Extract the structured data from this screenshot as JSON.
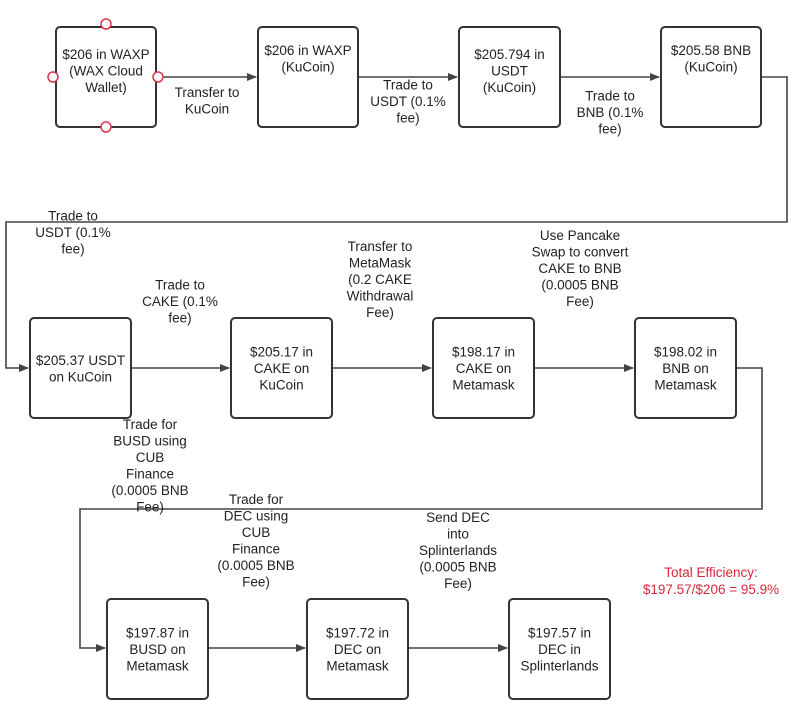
{
  "nodes": [
    {
      "id": "n1",
      "lines": [
        "$206 in WAXP",
        "(WAX Cloud",
        "Wallet)"
      ]
    },
    {
      "id": "n2",
      "lines": [
        "$206 in WAXP",
        "(KuCoin)"
      ]
    },
    {
      "id": "n3",
      "lines": [
        "$205.794 in",
        "USDT",
        "(KuCoin)"
      ]
    },
    {
      "id": "n4",
      "lines": [
        "$205.58 BNB",
        "(KuCoin)"
      ]
    },
    {
      "id": "n5",
      "lines": [
        "$205.37 USDT",
        "on KuCoin"
      ]
    },
    {
      "id": "n6",
      "lines": [
        "$205.17 in",
        "CAKE on",
        "KuCoin"
      ]
    },
    {
      "id": "n7",
      "lines": [
        "$198.17 in",
        "CAKE on",
        "Metamask"
      ]
    },
    {
      "id": "n8",
      "lines": [
        "$198.02 in",
        "BNB on",
        "Metamask"
      ]
    },
    {
      "id": "n9",
      "lines": [
        "$197.87 in",
        "BUSD on",
        "Metamask"
      ]
    },
    {
      "id": "n10",
      "lines": [
        "$197.72 in",
        "DEC on",
        "Metamask"
      ]
    },
    {
      "id": "n11",
      "lines": [
        "$197.57 in",
        "DEC in",
        "Splinterlands"
      ]
    }
  ],
  "edges": [
    {
      "from": "n1",
      "to": "n2",
      "lines": [
        "Transfer to",
        "KuCoin"
      ]
    },
    {
      "from": "n2",
      "to": "n3",
      "lines": [
        "Trade to",
        "USDT (0.1%",
        "fee)"
      ]
    },
    {
      "from": "n3",
      "to": "n4",
      "lines": [
        "Trade to",
        "BNB (0.1%",
        "fee)"
      ]
    },
    {
      "from": "n4",
      "to": "n5",
      "lines": [
        "Trade to",
        "USDT (0.1%",
        "fee)"
      ]
    },
    {
      "from": "n5",
      "to": "n6",
      "lines": [
        "Trade to",
        "CAKE (0.1%",
        "fee)"
      ]
    },
    {
      "from": "n6",
      "to": "n7",
      "lines": [
        "Transfer to",
        "MetaMask",
        "(0.2 CAKE",
        "Withdrawal",
        "Fee)"
      ]
    },
    {
      "from": "n7",
      "to": "n8",
      "lines": [
        "Use Pancake",
        "Swap to convert",
        "CAKE to BNB",
        "(0.0005 BNB",
        "Fee)"
      ]
    },
    {
      "from": "n8",
      "to": "n9",
      "lines": [
        "Trade for",
        "BUSD using",
        "CUB",
        "Finance",
        "(0.0005 BNB",
        "Fee)"
      ]
    },
    {
      "from": "n9",
      "to": "n10",
      "lines": [
        "Trade for",
        "DEC using",
        "CUB",
        "Finance",
        "(0.0005 BNB",
        "Fee)"
      ]
    },
    {
      "from": "n10",
      "to": "n11",
      "lines": [
        "Send DEC",
        "into",
        "Splinterlands",
        "(0.0005 BNB",
        "Fee)"
      ]
    }
  ],
  "summary": {
    "lines": [
      "Total Efficiency:",
      "$197.57/$206 = 95.9%"
    ]
  },
  "colors": {
    "accent": "#d42a3c",
    "stroke": "#333333",
    "handle": "#d9344a"
  }
}
